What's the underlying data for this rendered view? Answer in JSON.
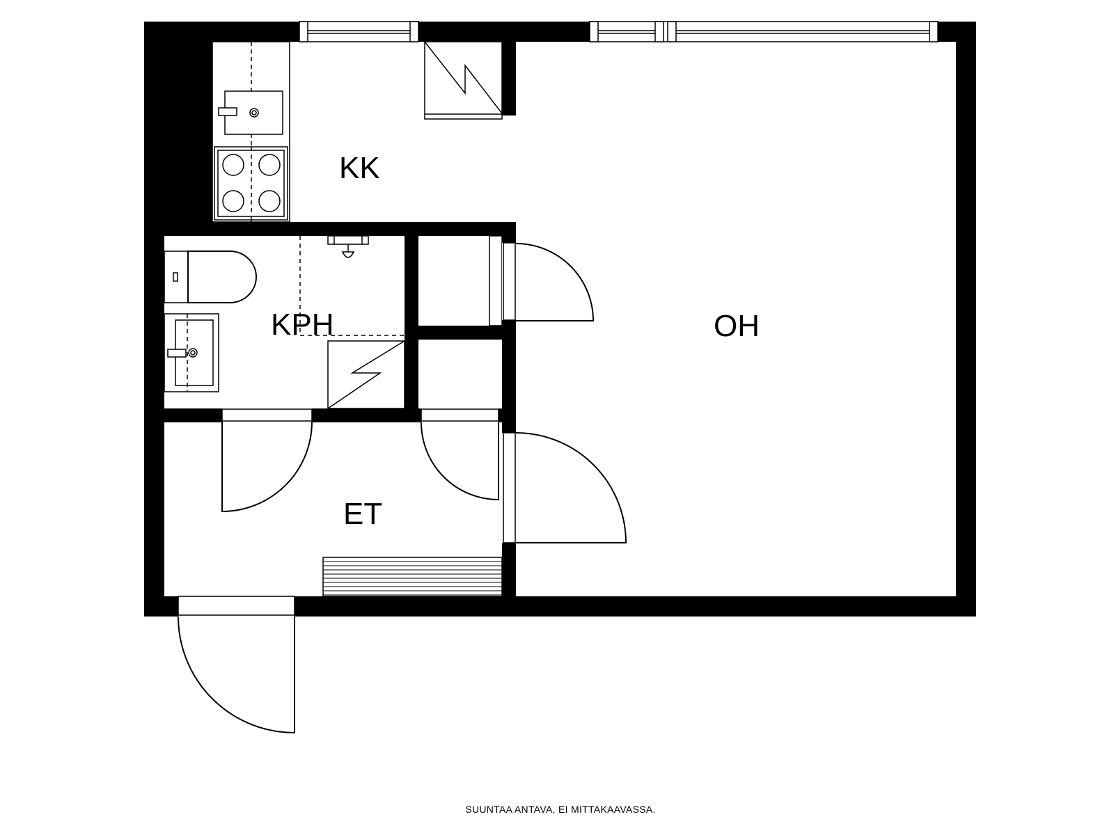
{
  "rooms": {
    "kk": "KK",
    "kph": "KPH",
    "oh": "OH",
    "et": "ET"
  },
  "note": "SUUNTAA ANTAVA, EI MITTAKAAVASSA.",
  "colors": {
    "wall": "#000000",
    "background": "#ffffff"
  }
}
